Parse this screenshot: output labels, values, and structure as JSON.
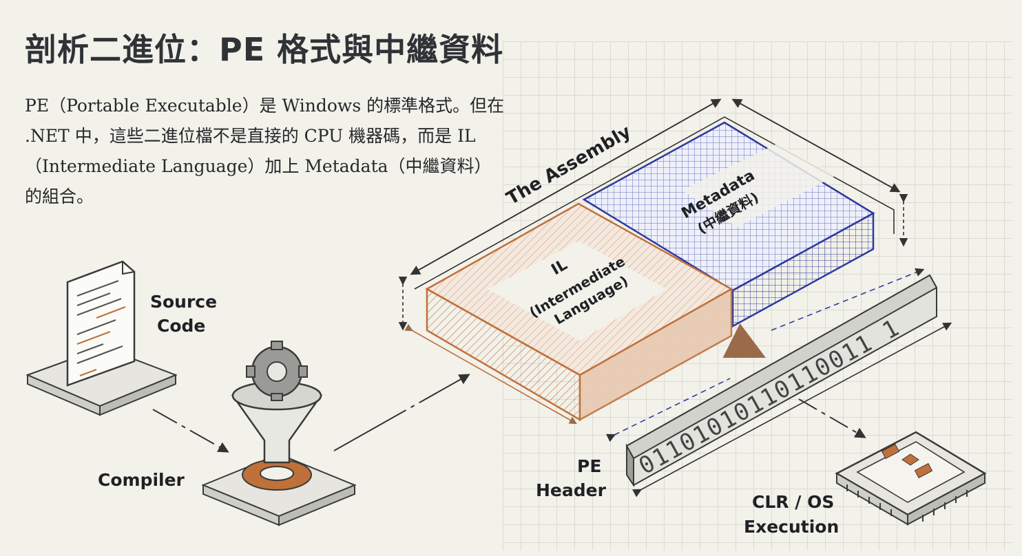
{
  "title": "剖析二進位：PE 格式與中繼資料",
  "description": "PE（Portable Executable）是 Windows 的標準格式。但在 .NET 中，這些二進位檔不是直接的 CPU 機器碼，而是 IL（Intermediate Language）加上 Metadata（中繼資料）的組合。",
  "labels": {
    "source_code": [
      "Source",
      "Code"
    ],
    "compiler": "Compiler",
    "assembly": "The Assembly",
    "metadata": [
      "Metadata",
      "(中繼資料)"
    ],
    "il": [
      "IL",
      "(Intermediate",
      "Language)"
    ],
    "pe_header": [
      "PE",
      "Header"
    ],
    "clr": [
      "CLR / OS",
      "Execution"
    ]
  },
  "binary_digits": "01101010110110011 1",
  "colors": {
    "il_orange": "#c0703a",
    "metadata_blue": "#2e3a9e",
    "ink": "#2b2d2f",
    "background": "#f2f1ea"
  },
  "icons": [
    "document-icon",
    "funnel-gear-icon",
    "cpu-chip-icon"
  ]
}
